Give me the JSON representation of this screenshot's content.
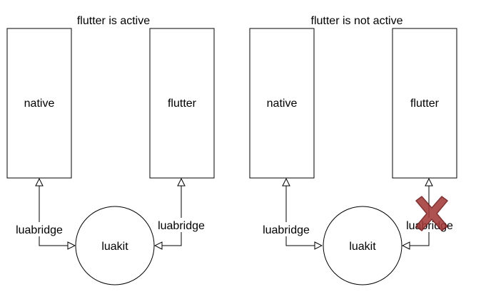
{
  "left_panel": {
    "title": "flutter is active",
    "box_native_label": "native",
    "box_flutter_label": "flutter",
    "circle_label": "luakit",
    "bridge_left_label": "luabridge",
    "bridge_right_label": "luabridge"
  },
  "right_panel": {
    "title": "flutter is not active",
    "box_native_label": "native",
    "box_flutter_label": "flutter",
    "circle_label": "luakit",
    "bridge_left_label": "luabridge",
    "bridge_right_label": "luabridge",
    "blocked_marker": "cross-icon"
  },
  "colors": {
    "stroke": "#000000",
    "cross": "#a33a3a",
    "cross_stroke": "#6e1717"
  }
}
